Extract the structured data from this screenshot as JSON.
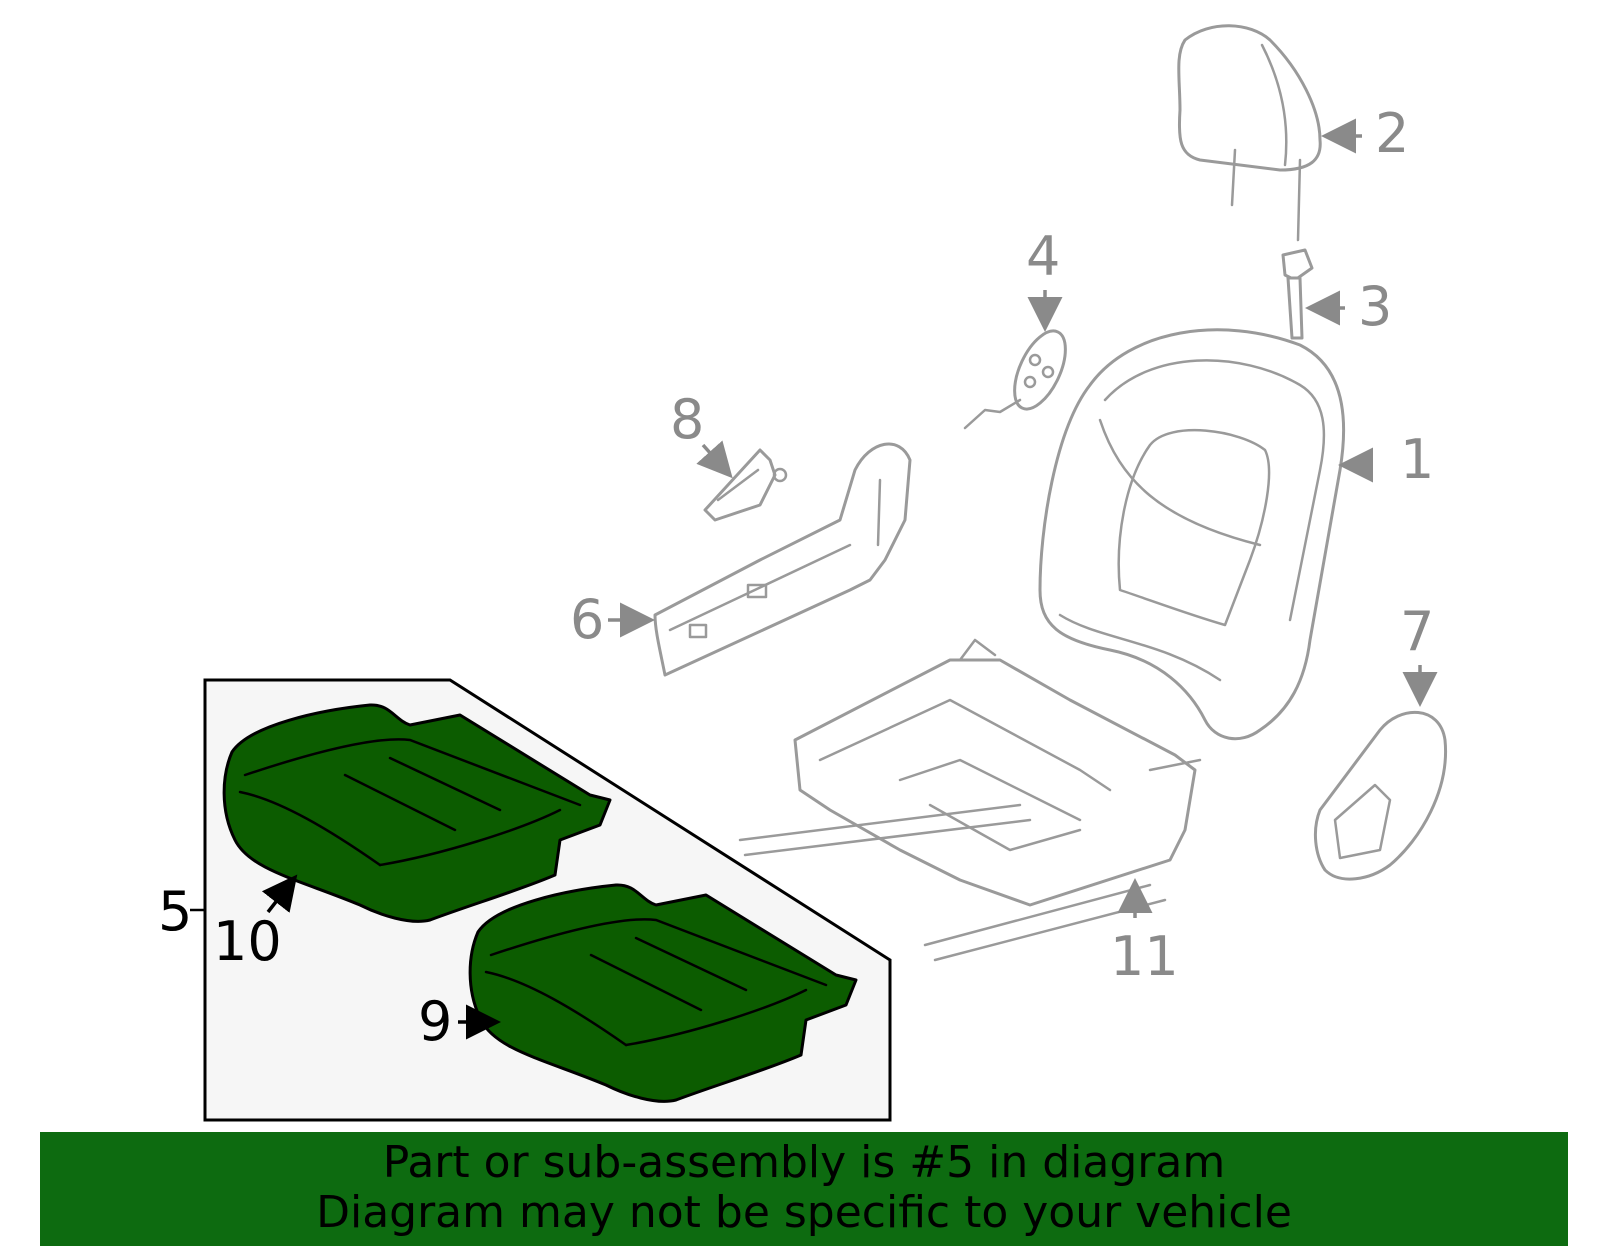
{
  "callouts": {
    "c1": "1",
    "c2": "2",
    "c3": "3",
    "c4": "4",
    "c5": "5",
    "c6": "6",
    "c7": "7",
    "c8": "8",
    "c9": "9",
    "c10": "10",
    "c11": "11"
  },
  "highlight_color": "#0c5c00",
  "banner": {
    "line1": "Part or sub-assembly is #5 in diagram",
    "line2": "Diagram may not be specific to your vehicle",
    "background": "#0d6b10"
  }
}
